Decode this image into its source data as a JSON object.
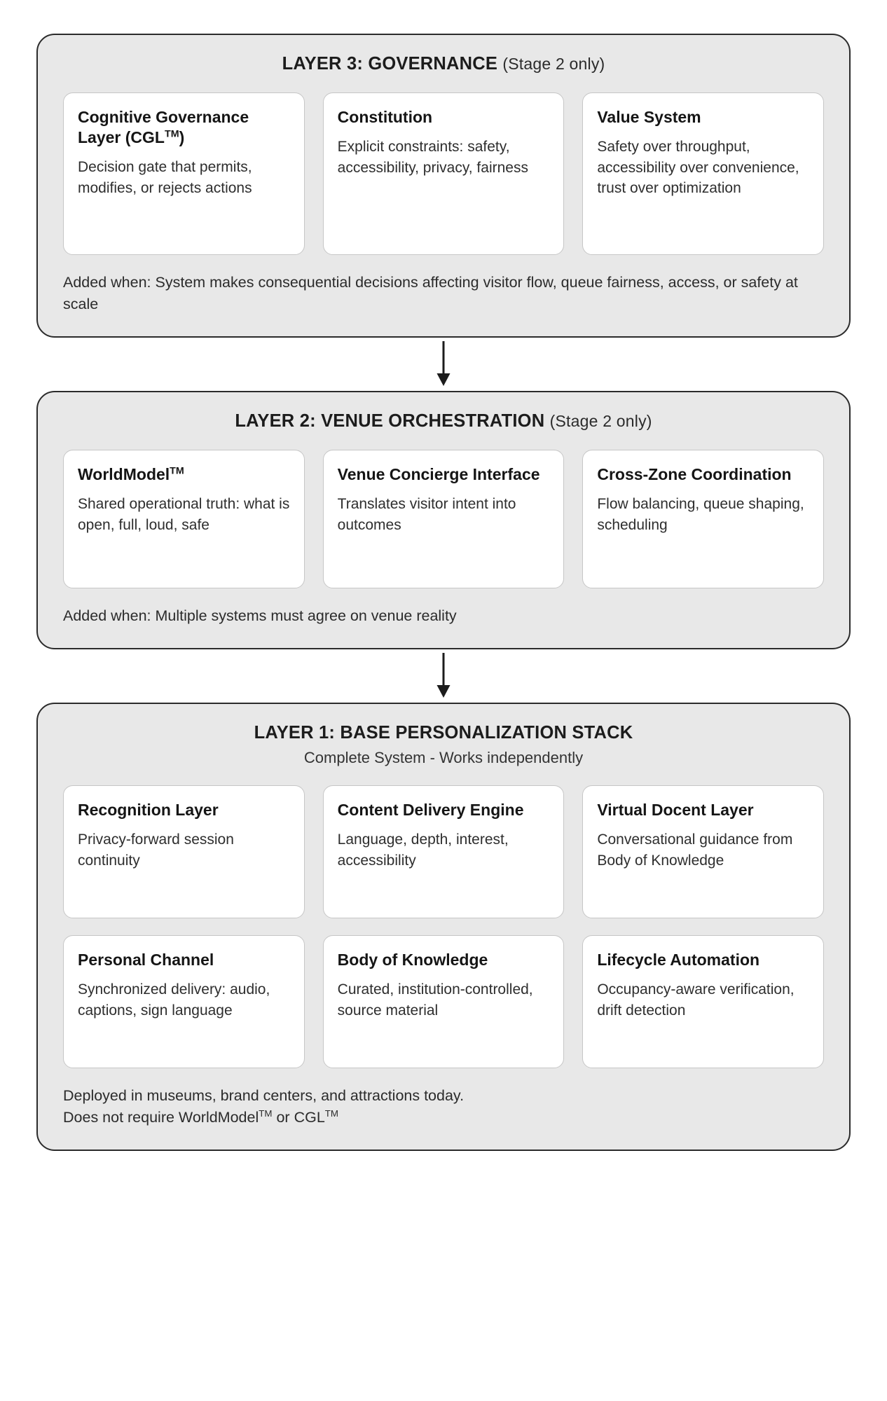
{
  "diagram": {
    "layers": [
      {
        "id": "layer-3",
        "title": "LAYER 3: GOVERNANCE",
        "stage_note": "(Stage 2 only)",
        "subtitle": "",
        "cards": [
          {
            "title_text": "Cognitive Governance Layer (CGL",
            "title_tm": true,
            "title_tail": ")",
            "body": "Decision gate that permits, modifies, or rejects actions"
          },
          {
            "title_text": "Constitution",
            "title_tm": false,
            "title_tail": "",
            "body": "Explicit constraints: safety, accessibility, privacy, fairness"
          },
          {
            "title_text": "Value System",
            "title_tm": false,
            "title_tail": "",
            "body": "Safety over throughput, accessibility over convenience, trust over optimization"
          }
        ],
        "note": "Added when: System makes consequential decisions affecting visitor flow, queue fairness, access, or safety at scale"
      },
      {
        "id": "layer-2",
        "title": "LAYER 2: VENUE ORCHESTRATION",
        "stage_note": "(Stage 2 only)",
        "subtitle": "",
        "cards": [
          {
            "title_text": "WorldModel",
            "title_tm": true,
            "title_tail": "",
            "body": "Shared operational truth: what is open, full, loud, safe"
          },
          {
            "title_text": "Venue Concierge Interface",
            "title_tm": false,
            "title_tail": "",
            "body": "Translates visitor intent into outcomes"
          },
          {
            "title_text": "Cross-Zone Coordination",
            "title_tm": false,
            "title_tail": "",
            "body": "Flow balancing, queue shaping, scheduling"
          }
        ],
        "note": "Added when: Multiple systems must agree on venue reality"
      },
      {
        "id": "layer-1",
        "title": "LAYER 1: BASE PERSONALIZATION STACK",
        "stage_note": "",
        "subtitle": "Complete System - Works independently",
        "cards": [
          {
            "title_text": "Recognition Layer",
            "title_tm": false,
            "title_tail": "",
            "body": "Privacy-forward session continuity"
          },
          {
            "title_text": "Content Delivery Engine",
            "title_tm": false,
            "title_tail": "",
            "body": "Language, depth, interest, accessibility"
          },
          {
            "title_text": "Virtual Docent Layer",
            "title_tm": false,
            "title_tail": "",
            "body": "Conversational guidance from Body of Knowledge"
          },
          {
            "title_text": "Personal Channel",
            "title_tm": false,
            "title_tail": "",
            "body": "Synchronized delivery: audio, captions, sign language"
          },
          {
            "title_text": "Body of Knowledge",
            "title_tm": false,
            "title_tail": "",
            "body": "Curated, institution-controlled, source material"
          },
          {
            "title_text": "Lifecycle Automation",
            "title_tm": false,
            "title_tail": "",
            "body": "Occupancy-aware verification, drift detection"
          }
        ],
        "note_line_1": "Deployed in museums, brand centers, and attractions today.",
        "note_line_2_prefix": "Does not require WorldModel",
        "note_line_2_mid": " or CGL",
        "note_line_2_suffix": ""
      }
    ],
    "connectors": [
      {
        "from": "layer-3",
        "to": "layer-2",
        "direction": "down"
      },
      {
        "from": "layer-2",
        "to": "layer-1",
        "direction": "down"
      }
    ],
    "colors": {
      "panel_fill": "#e8e8e8",
      "panel_border": "#2b2b2b",
      "card_fill": "#ffffff",
      "card_border": "#c6c6c6",
      "text": "#1c1c1c",
      "page_background": "#ffffff"
    }
  }
}
